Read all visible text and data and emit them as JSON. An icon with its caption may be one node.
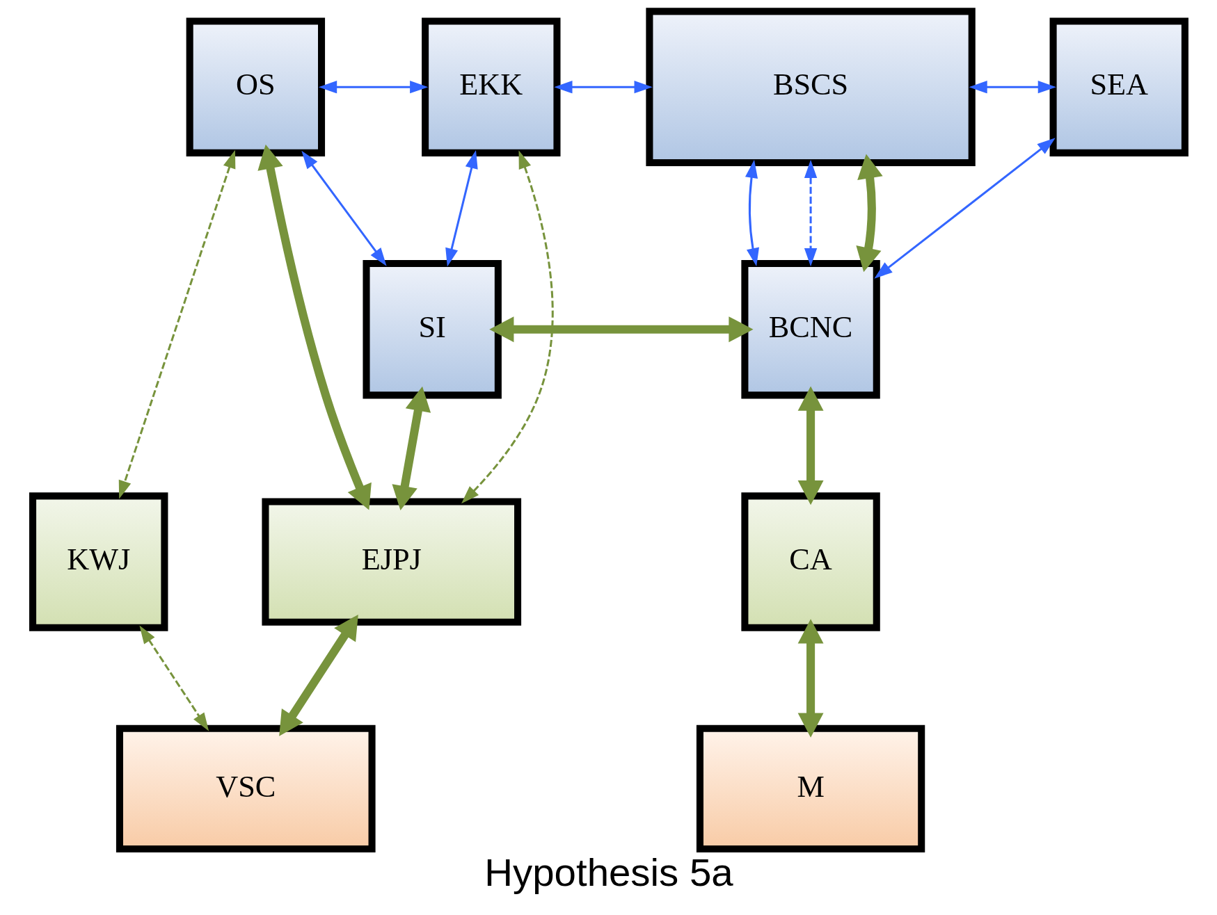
{
  "diagram": {
    "title": "Hypothesis 5a",
    "nodes": [
      {
        "text": [
          "OS"
        ]
      },
      {
        "text": [
          "EKK"
        ]
      },
      {
        "text": [
          "BSCS"
        ]
      },
      {
        "text": [
          "SEA"
        ]
      },
      {
        "text": [
          "SI"
        ]
      },
      {
        "text": [
          "BCNC"
        ]
      },
      {
        "text": [
          "KWJ"
        ]
      },
      {
        "text": [
          "EJPJ"
        ]
      },
      {
        "text": [
          "CA"
        ]
      },
      {
        "text": [
          "VSC"
        ]
      },
      {
        "text": [
          "M"
        ]
      }
    ],
    "edges": [
      {
        "from": 0,
        "to": 1,
        "arrow": "both",
        "color": "#3366ff"
      },
      {
        "from": 1,
        "to": 2,
        "arrow": "both",
        "color": "#3366ff"
      },
      {
        "from": 0,
        "to": 4,
        "arrow": "both",
        "color": "#3366ff"
      },
      {
        "from": 1,
        "to": 4,
        "arrow": "both",
        "color": "#3366ff"
      },
      {
        "from": 2,
        "to": 3,
        "arrow": "both",
        "color": "#3366ff"
      },
      {
        "from": 2,
        "to": 5,
        "arrow": "both",
        "color": "#3366ff"
      },
      {
        "from": 2,
        "to": 5,
        "arrow": "both",
        "style": "dashed",
        "color": "#3366ff"
      },
      {
        "from": 3,
        "to": 5,
        "arrow": "both",
        "color": "#3366ff"
      },
      {
        "from": 2,
        "to": 5,
        "arrow": "both",
        "style": "thick"
      },
      {
        "from": 4,
        "to": 5,
        "arrow": "both",
        "style": "thick"
      },
      {
        "from": 0,
        "to": 7,
        "arrow": "both",
        "style": "thick"
      },
      {
        "from": 4,
        "to": 7,
        "arrow": "both",
        "style": "thick"
      },
      {
        "from": 0,
        "to": 6,
        "arrow": "both",
        "style": "dashed"
      },
      {
        "from": 1,
        "to": 7,
        "arrow": "both",
        "style": "dashed"
      },
      {
        "from": 5,
        "to": 8,
        "arrow": "both",
        "style": "thick"
      },
      {
        "from": 8,
        "to": 10,
        "arrow": "both",
        "style": "thick"
      },
      {
        "from": 7,
        "to": 9,
        "arrow": "both",
        "style": "thick"
      },
      {
        "from": 6,
        "to": 9,
        "arrow": "both",
        "style": "dashed"
      }
    ]
  }
}
